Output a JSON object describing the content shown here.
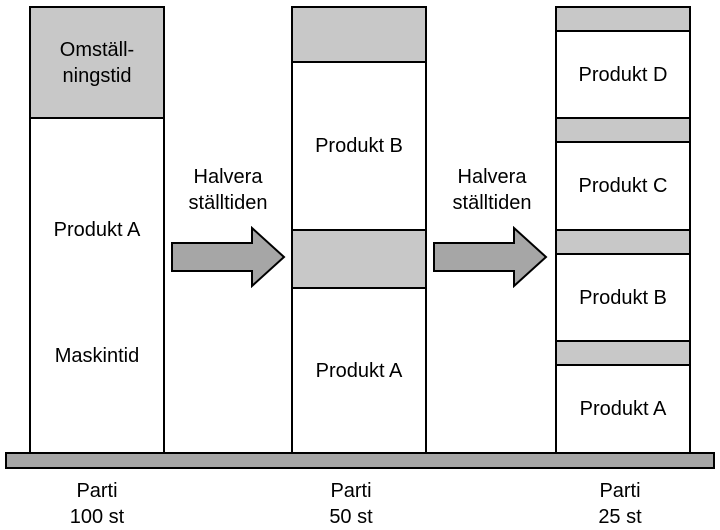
{
  "colors": {
    "setup": "#c8c8c8",
    "product": "#ffffff",
    "base": "#a6a6a6",
    "arrow": "#a6a6a6"
  },
  "column1": {
    "setup_label": "Omställ-\nningstid",
    "product_label": "Produkt A",
    "machine_label": "Maskintid",
    "batch_line1": "Parti",
    "batch_line2": "100 st"
  },
  "arrow1": {
    "line1": "Halvera",
    "line2": "ställtiden"
  },
  "column2": {
    "product_b": "Produkt B",
    "product_a": "Produkt A",
    "batch_line1": "Parti",
    "batch_line2": "50 st"
  },
  "arrow2": {
    "line1": "Halvera",
    "line2": "ställtiden"
  },
  "column3": {
    "product_d": "Produkt D",
    "product_c": "Produkt C",
    "product_b": "Produkt B",
    "product_a": "Produkt A",
    "batch_line1": "Parti",
    "batch_line2": "25 st"
  }
}
